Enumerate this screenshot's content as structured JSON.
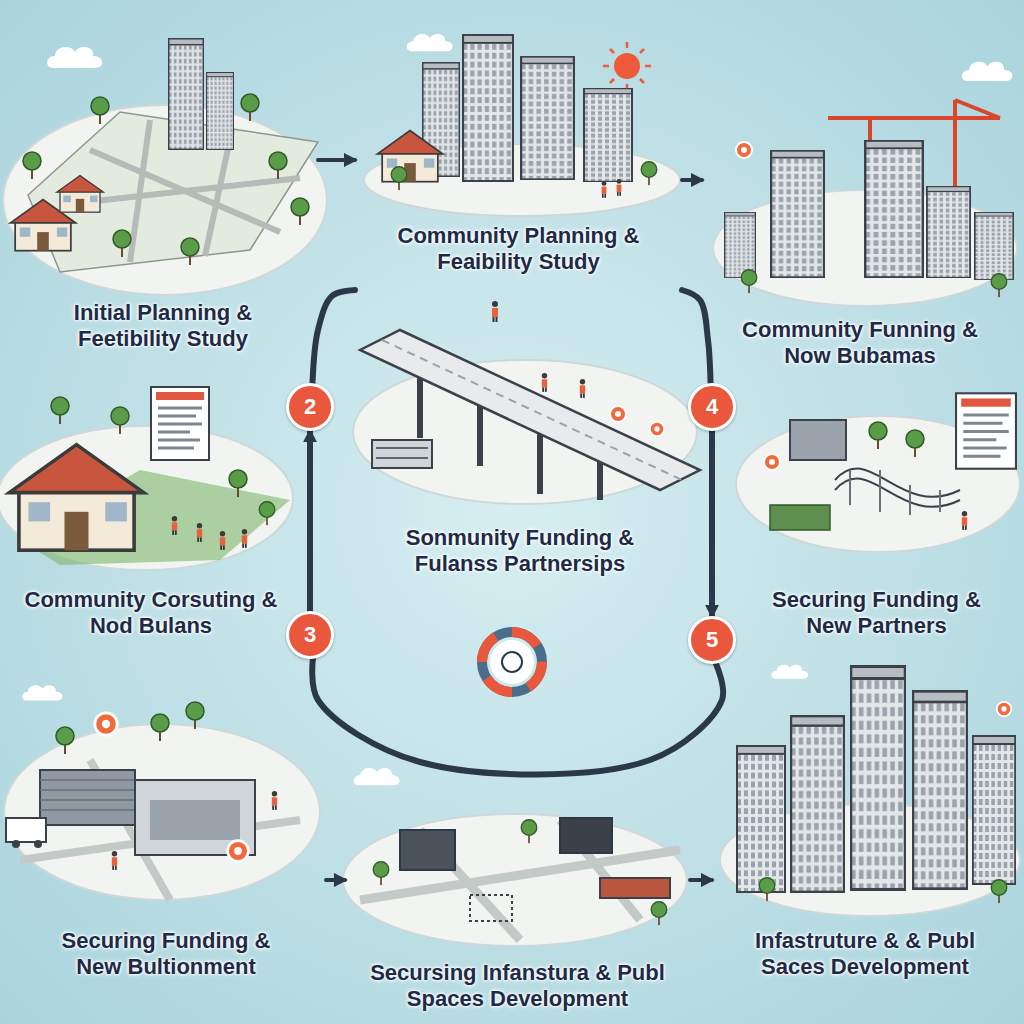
{
  "diagram": {
    "nodes": [
      {
        "text": [
          "Initial Planning & Feetibility Study"
        ]
      },
      {
        "text": [
          "Community Planning & Feaibility Study"
        ]
      },
      {
        "text": [
          "Community Funning & Now Bubamas"
        ]
      },
      {
        "text": [
          "Community Corsuting & Nod Bulans"
        ]
      },
      {
        "text": [
          "2"
        ]
      },
      {
        "text": [
          "Sonmunity Funding & Fulanss Partnersips"
        ]
      },
      {
        "text": [
          "4"
        ]
      },
      {
        "text": [
          "Securing Funding & New Partners"
        ]
      },
      {
        "text": [
          "3"
        ]
      },
      {
        "text": [
          "5"
        ]
      },
      {
        "text": [
          "Securing Funding & New Bultionment"
        ]
      },
      {
        "text": [
          "Secursing Infanstura & Publ Spaces Development"
        ]
      },
      {
        "text": [
          "Infastruture & & Publ Saces Development"
        ]
      }
    ],
    "edges": [
      {
        "from": 0,
        "to": 1,
        "arrow": "to"
      },
      {
        "from": 1,
        "to": 2,
        "arrow": "to"
      },
      {
        "from": 4,
        "to": 1,
        "arrow": "none"
      },
      {
        "from": 1,
        "to": 6,
        "arrow": "none"
      },
      {
        "from": 8,
        "to": 4,
        "arrow": "to"
      },
      {
        "from": 6,
        "to": 9,
        "arrow": "to"
      },
      {
        "from": 9,
        "to": 8,
        "arrow": "none"
      },
      {
        "from": 10,
        "to": 11,
        "arrow": "to"
      },
      {
        "from": 11,
        "to": 12,
        "arrow": "to"
      }
    ]
  }
}
